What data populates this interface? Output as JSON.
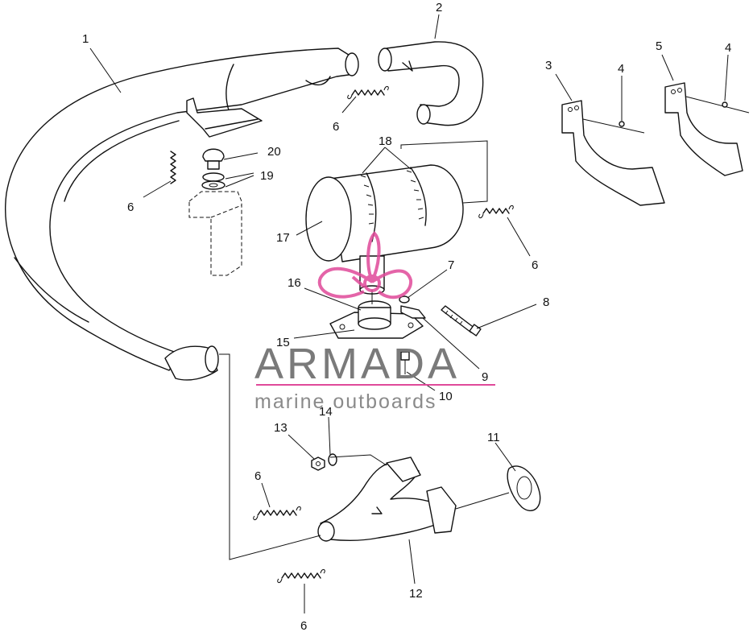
{
  "labels": {
    "l1": "1",
    "l2": "2",
    "l3": "3",
    "l4a": "4",
    "l4b": "4",
    "l5": "5",
    "l6a": "6",
    "l6b": "6",
    "l6c": "6",
    "l6d": "6",
    "l6e": "6",
    "l7": "7",
    "l8": "8",
    "l9": "9",
    "l10": "10",
    "l11": "11",
    "l12": "12",
    "l13": "13",
    "l14": "14",
    "l15": "15",
    "l16": "16",
    "l17": "17",
    "l18": "18",
    "l19": "19",
    "l20": "20"
  },
  "watermark": {
    "brand": "ARMADA",
    "tagline": "marine outboards",
    "logo_color": "#e04a9a",
    "text_color": "#7a7a7a"
  }
}
